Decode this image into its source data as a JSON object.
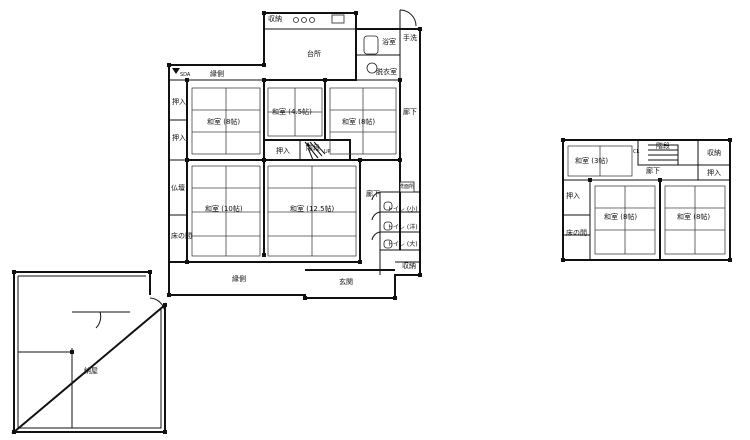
{
  "labels": {
    "storage_kitchen": "収納",
    "kitchen": "台所",
    "bath": "浴室",
    "handwash": "手洗",
    "dressing": "脱衣室",
    "sda": "SDA",
    "engawa_top": "縁側",
    "oshiire_1": "押入",
    "oshiire_2": "押入",
    "washitsu_8a": "和室 (8帖)",
    "washitsu_45": "和室 (4.5帖)",
    "washitsu_8b": "和室 (8帖)",
    "corridor_1": "廊下",
    "oshiire_center": "押入",
    "stairs": "階段",
    "up": "UP",
    "butsuma": "仏壇",
    "washitsu_10": "和室 (10帖)",
    "washitsu_125": "和室 (12.5帖)",
    "corridor_2": "廊下",
    "washroom": "洗面所",
    "toilet_small": "トイレ (小)",
    "toilet_west": "トイレ (洋)",
    "toilet_large": "トイレ (大)",
    "tokonoma": "床の間",
    "engawa_bottom": "縁側",
    "entrance": "玄関",
    "storage_entrance": "収納",
    "shed": "納屋",
    "f2_washitsu_3": "和室 (3帖)",
    "f2_cl": "CL",
    "f2_stairs": "階段",
    "f2_storage": "収納",
    "f2_corridor": "廊下",
    "f2_oshiire_right": "押入",
    "f2_oshiire_left": "押入",
    "f2_washitsu_8a": "和室 (8帖)",
    "f2_washitsu_8b": "和室 (8帖)",
    "f2_tokonoma": "床の間"
  }
}
